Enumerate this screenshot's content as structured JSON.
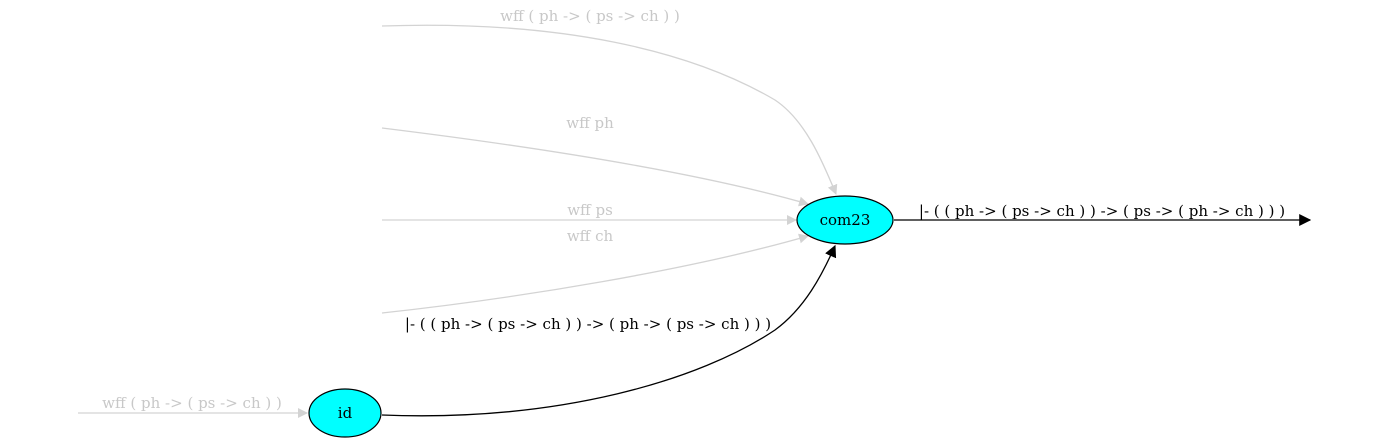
{
  "colors": {
    "node_fill": "#00ffff",
    "muted_edge": "#d3d3d3",
    "muted_text": "#c8c8c8",
    "active_edge": "#000000"
  },
  "nodes": {
    "com23": {
      "label": "com23"
    },
    "id": {
      "label": "id"
    }
  },
  "edges": {
    "wff_ph_ps_ch_top": {
      "label": "wff ( ph -> ( ps -> ch ) )"
    },
    "wff_ph": {
      "label": "wff ph"
    },
    "wff_ps": {
      "label": "wff ps"
    },
    "wff_ch": {
      "label": "wff ch"
    },
    "id_to_com23": {
      "label": "|- ( ( ph -> ( ps -> ch ) ) -> ( ph -> ( ps -> ch ) ) )"
    },
    "input_to_id": {
      "label": "wff ( ph -> ( ps -> ch ) )"
    },
    "com23_output": {
      "label": "|- ( ( ph -> ( ps -> ch ) ) -> ( ps -> ( ph -> ch ) ) )"
    }
  }
}
